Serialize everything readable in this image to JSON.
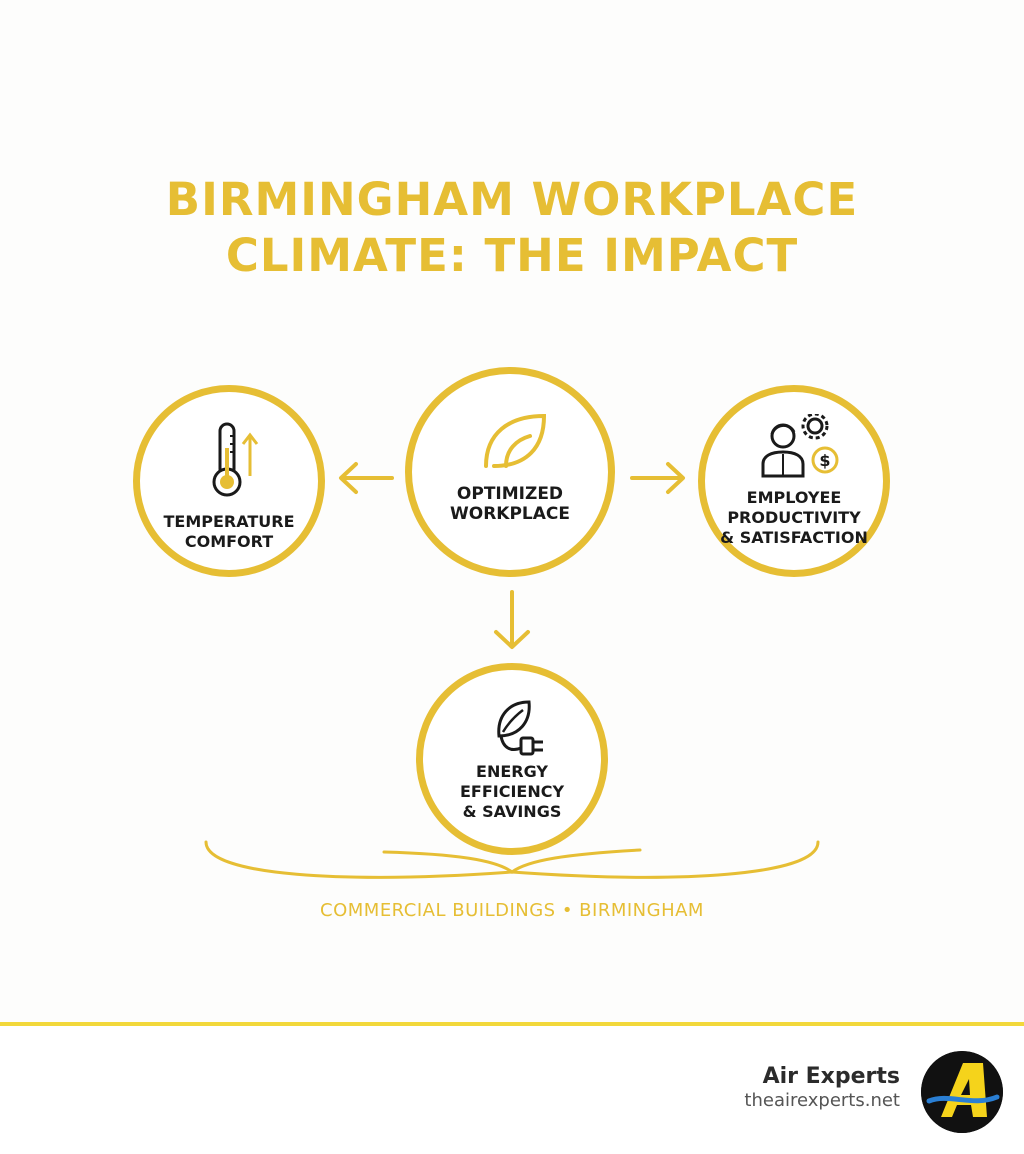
{
  "title": {
    "line1": "BIRMINGHAM WORKPLACE",
    "line2": "CLIMATE: THE IMPACT"
  },
  "nodes": {
    "center": {
      "line1": "OPTIMIZED",
      "line2": "WORKPLACE",
      "icon": "leaf-outline-icon"
    },
    "left": {
      "line1": "TEMPERATURE",
      "line2": "COMFORT",
      "icon": "thermometer-icon"
    },
    "right": {
      "line1": "EMPLOYEE",
      "line2": "PRODUCTIVITY",
      "line3": "& SATISFACTION",
      "icon": "employee-gear-dollar-icon"
    },
    "bottom": {
      "line1": "ENERGY",
      "line2": "EFFICIENCY",
      "line3": "& SAVINGS",
      "icon": "leaf-plug-icon"
    }
  },
  "caption": "COMMERCIAL BUILDINGS • BIRMINGHAM",
  "footer": {
    "brand_name": "Air Experts",
    "brand_url": "theairexperts.net",
    "logo_icon": "air-experts-logo-icon"
  },
  "colors": {
    "accent": "#e6be34",
    "divider": "#f2d83a",
    "text": "#1a1a1a"
  }
}
